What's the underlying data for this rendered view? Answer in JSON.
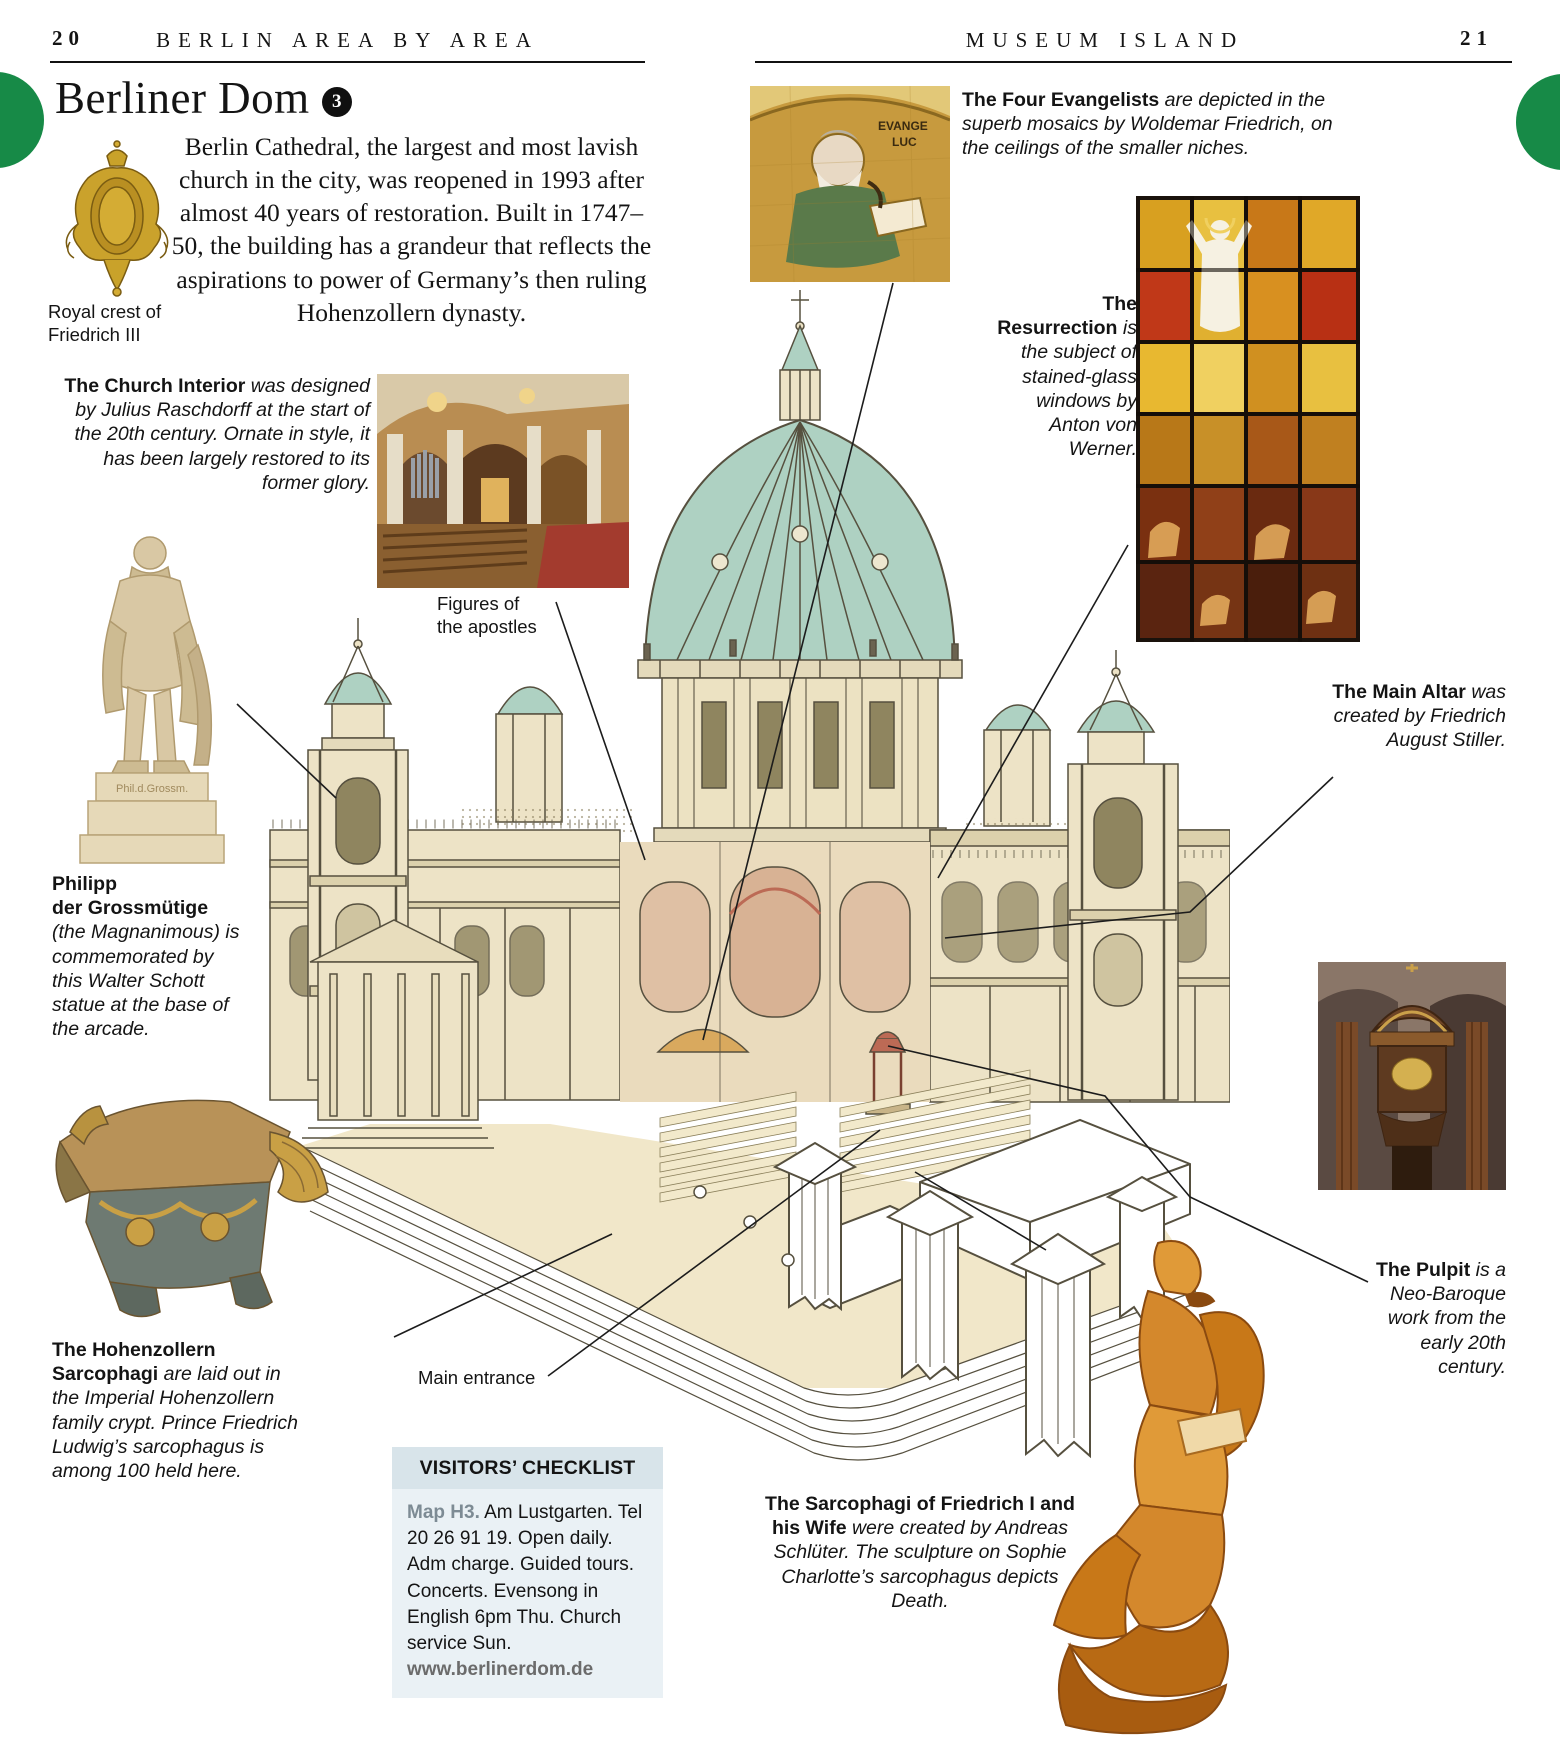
{
  "page_header": {
    "left_number": "20",
    "left_title": "BERLIN AREA BY AREA",
    "right_title": "MUSEUM ISLAND",
    "right_number": "21"
  },
  "title": {
    "text": "Berliner Dom",
    "badge": "3"
  },
  "intro": {
    "text": "Berlin Cathedral, the largest and most lavish church in the city, was reopened in 1993 after almost 40 years of restoration. Built in 1747–50, the building has a grandeur that reflects the aspirations to power of Germany’s then ruling Hohenzollern dynasty.",
    "crest_caption": "Royal crest of Friedrich III"
  },
  "annotations": {
    "church_interior": {
      "lead": "The Church Interior",
      "text": "was designed by Julius Raschdorff at the start of the 20th century. Ornate in style, it has been largely restored to its former glory."
    },
    "figures_of_apostles": "Figures of the apostles",
    "philipp": {
      "lead_line1": "Philipp",
      "lead_line2": "der Grossmütige",
      "text": "(the Magnanimous) is commemorated by this Walter Schott statue at the base of the arcade."
    },
    "hohenzollern": {
      "lead": "The Hohenzollern Sarcophagi",
      "text": "are laid out in the Imperial Hohenzollern family crypt. Prince Friedrich Ludwig’s sarcophagus is among 100 held here."
    },
    "main_entrance": "Main entrance",
    "four_evangelists": {
      "lead": "The Four Evangelists",
      "text": "are depicted in the superb mosaics by Woldemar Friedrich, on the ceilings of the smaller niches."
    },
    "resurrection": {
      "lead": "The Resurrection",
      "text": "is the subject of stained-glass windows by Anton von Werner."
    },
    "main_altar": {
      "lead": "The Main Altar",
      "text": "was created by Friedrich August Stiller."
    },
    "pulpit": {
      "lead": "The Pulpit",
      "text": "is a Neo-Baroque work from the early 20th century."
    },
    "sarcophagi_friedrich": {
      "lead": "The Sarcophagi of Friedrich I and his Wife",
      "text": "were created by Andreas Schlüter. The sculpture on Sophie Charlotte’s sarcophagus depicts Death."
    }
  },
  "checklist": {
    "title": "VISITORS’ CHECKLIST",
    "map_ref": "Map H3.",
    "details": "Am Lustgarten. Tel 20 26 91 19. Open daily. Adm charge. Guided tours. Concerts. Evensong in English 6pm Thu. Church service Sun.",
    "website": "www.berlinerdom.de"
  },
  "inscriptions": {
    "evangelist_line1": "EVANGE",
    "evangelist_line2": "LUC",
    "statue_base": "Phil.d.Grossm."
  },
  "colors": {
    "accent_green": "#178a47",
    "checklist_header_bg": "#d8e4ea",
    "checklist_body_bg": "#eaf1f5",
    "map_ref_color": "#7d8b94",
    "dome_green": "#aed1c2",
    "stone_beige": "#ede3c6"
  }
}
